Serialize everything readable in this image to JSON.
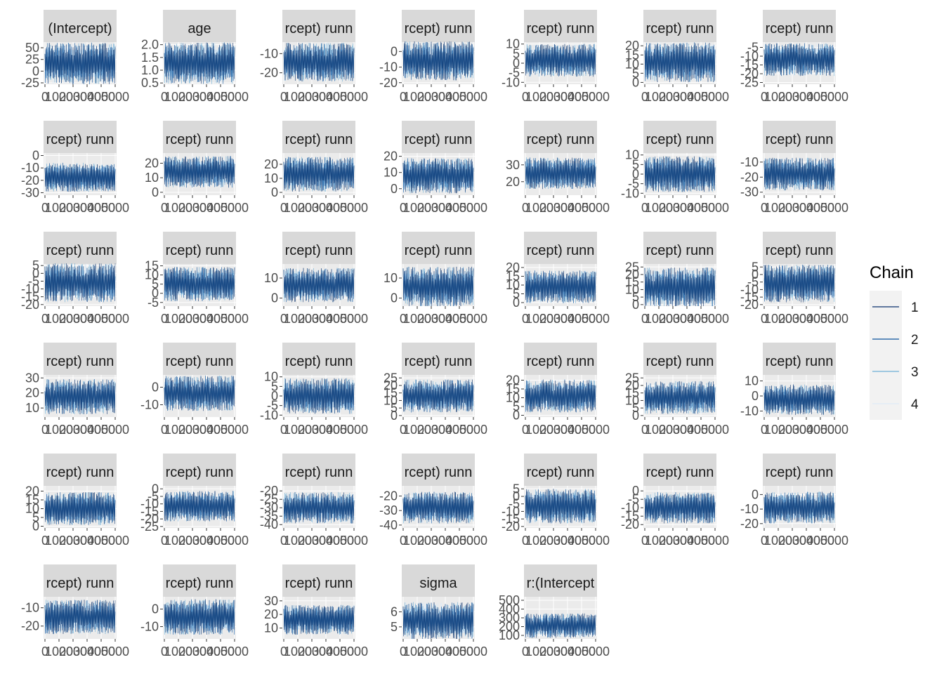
{
  "legend": {
    "title": "Chain",
    "entries": [
      {
        "label": "1",
        "color": "#08306b"
      },
      {
        "label": "2",
        "color": "#08519c"
      },
      {
        "label": "3",
        "color": "#6baed6"
      },
      {
        "label": "4",
        "color": "#deebf7"
      }
    ]
  },
  "colors": {
    "panel_bg": "#ebebeb",
    "strip_bg": "#d9d9d9",
    "grid": "#ffffff",
    "band": "#cddfee"
  },
  "chart_data": {
    "type": "line",
    "subtype": "mcmc-trace",
    "grid": true,
    "legend_position": "right",
    "x_tick_labels": [
      "0",
      "1000",
      "2000",
      "3000",
      "4000",
      "5000"
    ],
    "panels": [
      {
        "strip": "(Intercept)",
        "y_ticks": [
          "-25",
          "0",
          "25",
          "50"
        ],
        "y_range": [
          -28,
          62
        ],
        "modes": [
          -12,
          45
        ]
      },
      {
        "strip": "age",
        "y_ticks": [
          "0.5",
          "1.0",
          "1.5",
          "2.0"
        ],
        "y_range": [
          0.45,
          2.1
        ],
        "modes": [
          0.75,
          1.8
        ]
      },
      {
        "strip": "rcept) runn",
        "y_ticks": [
          "-20",
          "-10"
        ],
        "y_range": [
          -26,
          -4
        ],
        "modes": [
          -21,
          -8
        ]
      },
      {
        "strip": "rcept) runn",
        "y_ticks": [
          "-20",
          "-10",
          "0"
        ],
        "y_range": [
          -21,
          6
        ],
        "modes": [
          -14,
          2
        ]
      },
      {
        "strip": "rcept) runn",
        "y_ticks": [
          "-10",
          "-5",
          "0",
          "5",
          "10"
        ],
        "y_range": [
          -11,
          11
        ],
        "modes": [
          -4,
          7
        ]
      },
      {
        "strip": "rcept) runn",
        "y_ticks": [
          "0",
          "5",
          "10",
          "15",
          "20"
        ],
        "y_range": [
          -1,
          22
        ],
        "modes": [
          4,
          18
        ]
      },
      {
        "strip": "rcept) runn",
        "y_ticks": [
          "-25",
          "-20",
          "-15",
          "-10",
          "-5"
        ],
        "y_range": [
          -26,
          -2
        ],
        "modes": [
          -18,
          -6
        ]
      },
      {
        "strip": "rcept) runn",
        "y_ticks": [
          "-30",
          "-20",
          "-10",
          "0"
        ],
        "y_range": [
          -32,
          2
        ],
        "modes": [
          -25,
          -10
        ]
      },
      {
        "strip": "rcept) runn",
        "y_ticks": [
          "0",
          "10",
          "20"
        ],
        "y_range": [
          -2,
          27
        ],
        "modes": [
          7,
          21
        ]
      },
      {
        "strip": "rcept) runn",
        "y_ticks": [
          "0",
          "10",
          "20"
        ],
        "y_range": [
          -2,
          28
        ],
        "modes": [
          5,
          21
        ]
      },
      {
        "strip": "rcept) runn",
        "y_ticks": [
          "0",
          "10",
          "20"
        ],
        "y_range": [
          -4,
          22
        ],
        "modes": [
          1,
          15
        ]
      },
      {
        "strip": "rcept) runn",
        "y_ticks": [
          "20",
          "30"
        ],
        "y_range": [
          12,
          37
        ],
        "modes": [
          19,
          31
        ]
      },
      {
        "strip": "rcept) runn",
        "y_ticks": [
          "-10",
          "-5",
          "0",
          "5",
          "10"
        ],
        "y_range": [
          -11,
          11
        ],
        "modes": [
          -6,
          6
        ]
      },
      {
        "strip": "rcept) runn",
        "y_ticks": [
          "-30",
          "-20",
          "-10"
        ],
        "y_range": [
          -32,
          -4
        ],
        "modes": [
          -25,
          -11
        ]
      },
      {
        "strip": "rcept) runn",
        "y_ticks": [
          "-20",
          "-15",
          "-10",
          "-5",
          "0",
          "5"
        ],
        "y_range": [
          -21,
          6
        ],
        "modes": [
          -14,
          2
        ]
      },
      {
        "strip": "rcept) runn",
        "y_ticks": [
          "-5",
          "0",
          "5",
          "10",
          "15"
        ],
        "y_range": [
          -7,
          16
        ],
        "modes": [
          -1,
          11
        ]
      },
      {
        "strip": "rcept) runn",
        "y_ticks": [
          "0",
          "10"
        ],
        "y_range": [
          -4,
          17
        ],
        "modes": [
          1,
          12
        ]
      },
      {
        "strip": "rcept) runn",
        "y_ticks": [
          "0",
          "10"
        ],
        "y_range": [
          -4,
          17
        ],
        "modes": [
          -1,
          12
        ]
      },
      {
        "strip": "rcept) runn",
        "y_ticks": [
          "0",
          "5",
          "10",
          "15",
          "20"
        ],
        "y_range": [
          -2,
          22
        ],
        "modes": [
          3,
          15
        ]
      },
      {
        "strip": "rcept) runn",
        "y_ticks": [
          "0",
          "5",
          "10",
          "15",
          "20",
          "25"
        ],
        "y_range": [
          -1,
          27
        ],
        "modes": [
          3,
          20
        ]
      },
      {
        "strip": "rcept) runn",
        "y_ticks": [
          "-20",
          "-15",
          "-10",
          "-5",
          "0",
          "5"
        ],
        "y_range": [
          -21,
          7
        ],
        "modes": [
          -14,
          2
        ]
      },
      {
        "strip": "rcept) runn",
        "y_ticks": [
          "10",
          "20",
          "30"
        ],
        "y_range": [
          4,
          32
        ],
        "modes": [
          10,
          25
        ]
      },
      {
        "strip": "rcept) runn",
        "y_ticks": [
          "-10",
          "0"
        ],
        "y_range": [
          -17,
          7
        ],
        "modes": [
          -10,
          3
        ]
      },
      {
        "strip": "rcept) runn",
        "y_ticks": [
          "-10",
          "-5",
          "0",
          "5",
          "10"
        ],
        "y_range": [
          -11,
          11
        ],
        "modes": [
          -6,
          6
        ]
      },
      {
        "strip": "rcept) runn",
        "y_ticks": [
          "0",
          "5",
          "10",
          "15",
          "20",
          "25"
        ],
        "y_range": [
          -1,
          27
        ],
        "modes": [
          6,
          20
        ]
      },
      {
        "strip": "rcept) runn",
        "y_ticks": [
          "0",
          "5",
          "10",
          "15",
          "20"
        ],
        "y_range": [
          -1,
          23
        ],
        "modes": [
          5,
          17
        ]
      },
      {
        "strip": "rcept) runn",
        "y_ticks": [
          "0",
          "5",
          "10",
          "15",
          "20",
          "25"
        ],
        "y_range": [
          -1,
          27
        ],
        "modes": [
          5,
          19
        ]
      },
      {
        "strip": "rcept) runn",
        "y_ticks": [
          "-10",
          "0",
          "10"
        ],
        "y_range": [
          -14,
          14
        ],
        "modes": [
          -9,
          4
        ]
      },
      {
        "strip": "rcept) runn",
        "y_ticks": [
          "0",
          "5",
          "10",
          "15",
          "20"
        ],
        "y_range": [
          -1,
          23
        ],
        "modes": [
          4,
          16
        ]
      },
      {
        "strip": "rcept) runn",
        "y_ticks": [
          "-25",
          "-20",
          "-15",
          "-10",
          "-5",
          "0"
        ],
        "y_range": [
          -26,
          2
        ],
        "modes": [
          -18,
          -5
        ]
      },
      {
        "strip": "rcept) runn",
        "y_ticks": [
          "-40",
          "-35",
          "-30",
          "-25",
          "-20"
        ],
        "y_range": [
          -42,
          -17
        ],
        "modes": [
          -36,
          -24
        ]
      },
      {
        "strip": "rcept) runn",
        "y_ticks": [
          "-40",
          "-30",
          "-20"
        ],
        "y_range": [
          -42,
          -13
        ],
        "modes": [
          -35,
          -21
        ]
      },
      {
        "strip": "rcept) runn",
        "y_ticks": [
          "-20",
          "-15",
          "-10",
          "-5",
          "0",
          "5"
        ],
        "y_range": [
          -21,
          7
        ],
        "modes": [
          -14,
          1
        ]
      },
      {
        "strip": "rcept) runn",
        "y_ticks": [
          "-20",
          "-15",
          "-10",
          "-5",
          "0"
        ],
        "y_range": [
          -22,
          3
        ],
        "modes": [
          -16,
          -4
        ]
      },
      {
        "strip": "rcept) runn",
        "y_ticks": [
          "-20",
          "-10",
          "0"
        ],
        "y_range": [
          -23,
          6
        ],
        "modes": [
          -16,
          -2
        ]
      },
      {
        "strip": "rcept) runn",
        "y_ticks": [
          "-20",
          "-10"
        ],
        "y_range": [
          -27,
          -4
        ],
        "modes": [
          -21,
          -9
        ]
      },
      {
        "strip": "rcept) runn",
        "y_ticks": [
          "-10",
          "0"
        ],
        "y_range": [
          -17,
          7
        ],
        "modes": [
          -11,
          2
        ]
      },
      {
        "strip": "rcept) runn",
        "y_ticks": [
          "10",
          "20",
          "30"
        ],
        "y_range": [
          2,
          33
        ],
        "modes": [
          9,
          23
        ]
      },
      {
        "strip": "sigma",
        "y_ticks": [
          "5",
          "6"
        ],
        "y_range": [
          4.2,
          7.0
        ],
        "modes": [
          4.6,
          6.2
        ]
      },
      {
        "strip": "r:(Intercept",
        "y_ticks": [
          "100",
          "200",
          "300",
          "400",
          "500"
        ],
        "y_range": [
          60,
          540
        ],
        "modes": [
          120,
          300
        ]
      }
    ]
  }
}
